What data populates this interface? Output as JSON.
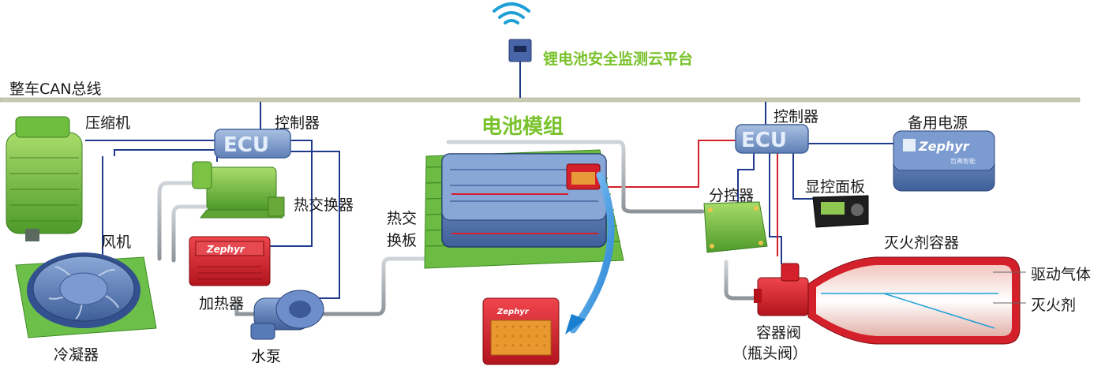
{
  "cloud": {
    "label": "锂电池安全监测云平台",
    "icon": "wifi-icon"
  },
  "bus": {
    "label": "整车CAN总线"
  },
  "battery": {
    "label": "电池模组"
  },
  "ecu_left": {
    "label": "ECU",
    "title": "控制器"
  },
  "ecu_right": {
    "label": "ECU",
    "title": "控制器"
  },
  "components": {
    "compressor": "压缩机",
    "fan": "风机",
    "condenser": "冷凝器",
    "heat_exchanger": "热交换器",
    "heater": "加热器",
    "pump": "水泵",
    "heat_plate_1": "热交",
    "heat_plate_2": "换板",
    "sub_controller": "分控器",
    "display_panel": "显控面板",
    "backup_power": "备用电源",
    "extinguisher_container": "灭火剂容器",
    "drive_gas": "驱动气体",
    "extinguishing_agent": "灭火剂",
    "valve_1": "容器阀",
    "valve_2": "（瓶头阀）"
  },
  "brand": {
    "name": "Zephyr",
    "sub": "哲弗智能"
  },
  "colors": {
    "bus": "#c8cbb0",
    "green": "#7cc243",
    "signal_blue": "#1f3a8c",
    "power_red": "#d4202a",
    "pipe_gray": "#9aa0a6",
    "ecu_blue": "#7f9cc6"
  }
}
